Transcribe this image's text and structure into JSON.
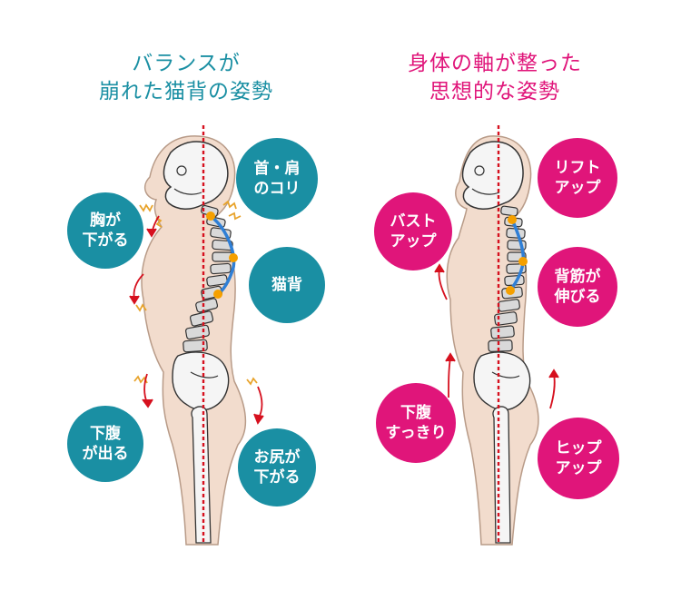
{
  "colors": {
    "left_accent": "#1a8fa3",
    "right_accent": "#e0157a",
    "body_fill": "#f2dccd",
    "body_stroke": "#b89b88",
    "spine_fill": "#d9d9d9",
    "spine_stroke": "#333333",
    "axis_line": "#d6101e",
    "curve_line": "#2f7fd6",
    "joint_dot": "#f5a000",
    "arrow": "#d6101e",
    "strain": "#e8a32b"
  },
  "left_panel": {
    "title_line1": "バランスが",
    "title_line2": "崩れた猫背の姿勢",
    "labels": {
      "neck_shoulder": [
        "首・肩",
        "のコリ"
      ],
      "chest_drop": [
        "胸が",
        "下がる"
      ],
      "hunchback": [
        "猫背"
      ],
      "belly_out": [
        "下腹",
        "が出る"
      ],
      "hip_drop": [
        "お尻が",
        "下がる"
      ]
    }
  },
  "right_panel": {
    "title_line1": "身体の軸が整った",
    "title_line2": "思想的な姿勢",
    "labels": {
      "lift_up": [
        "リフト",
        "アップ"
      ],
      "bust_up": [
        "バスト",
        "アップ"
      ],
      "back_stretch": [
        "背筋が",
        "伸びる"
      ],
      "belly_slim": [
        "下腹",
        "すっきり"
      ],
      "hip_up": [
        "ヒップ",
        "アップ"
      ]
    }
  },
  "icons": [
    "head-skull-icon",
    "spine-icon",
    "pelvis-icon",
    "femur-icon",
    "arrow-down-icon",
    "arrow-up-icon",
    "strain-zigzag-icon"
  ]
}
